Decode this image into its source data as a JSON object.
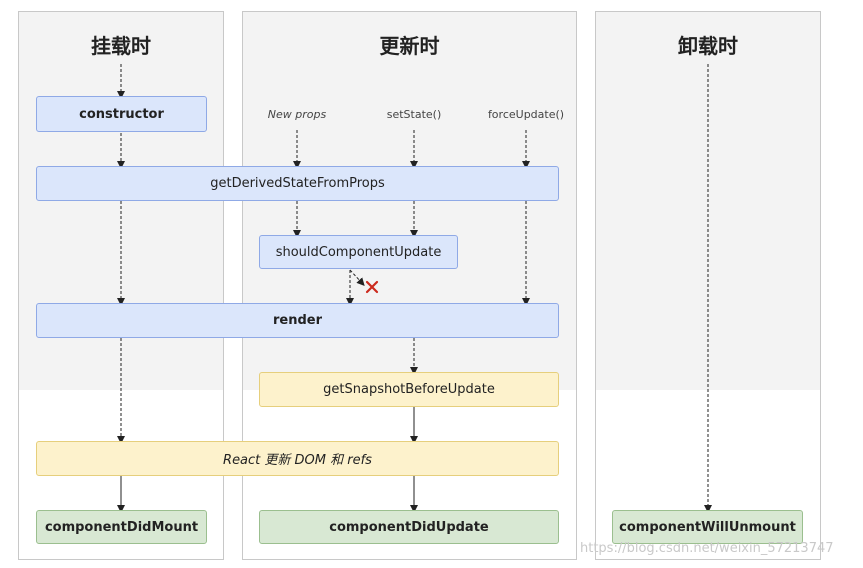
{
  "columns": {
    "mount": {
      "title": "挂载时"
    },
    "update": {
      "title": "更新时"
    },
    "unmount": {
      "title": "卸载时"
    }
  },
  "triggers": {
    "new_props": "New props",
    "set_state": "setState()",
    "force_update": "forceUpdate()"
  },
  "boxes": {
    "constructor": "constructor",
    "get_derived_state": "getDerivedStateFromProps",
    "should_update": "shouldComponentUpdate",
    "render": "render",
    "snapshot": "getSnapshotBeforeUpdate",
    "react_update_dom": "React 更新 DOM 和 refs",
    "did_mount": "componentDidMount",
    "did_update": "componentDidUpdate",
    "will_unmount": "componentWillUnmount"
  },
  "watermark": "https://blog.csdn.net/weixin_57213747",
  "colors": {
    "blue": "#dbe6fb",
    "yellow": "#fdf2cc",
    "green": "#d8e8d3",
    "reject": "#cc2a1e"
  }
}
